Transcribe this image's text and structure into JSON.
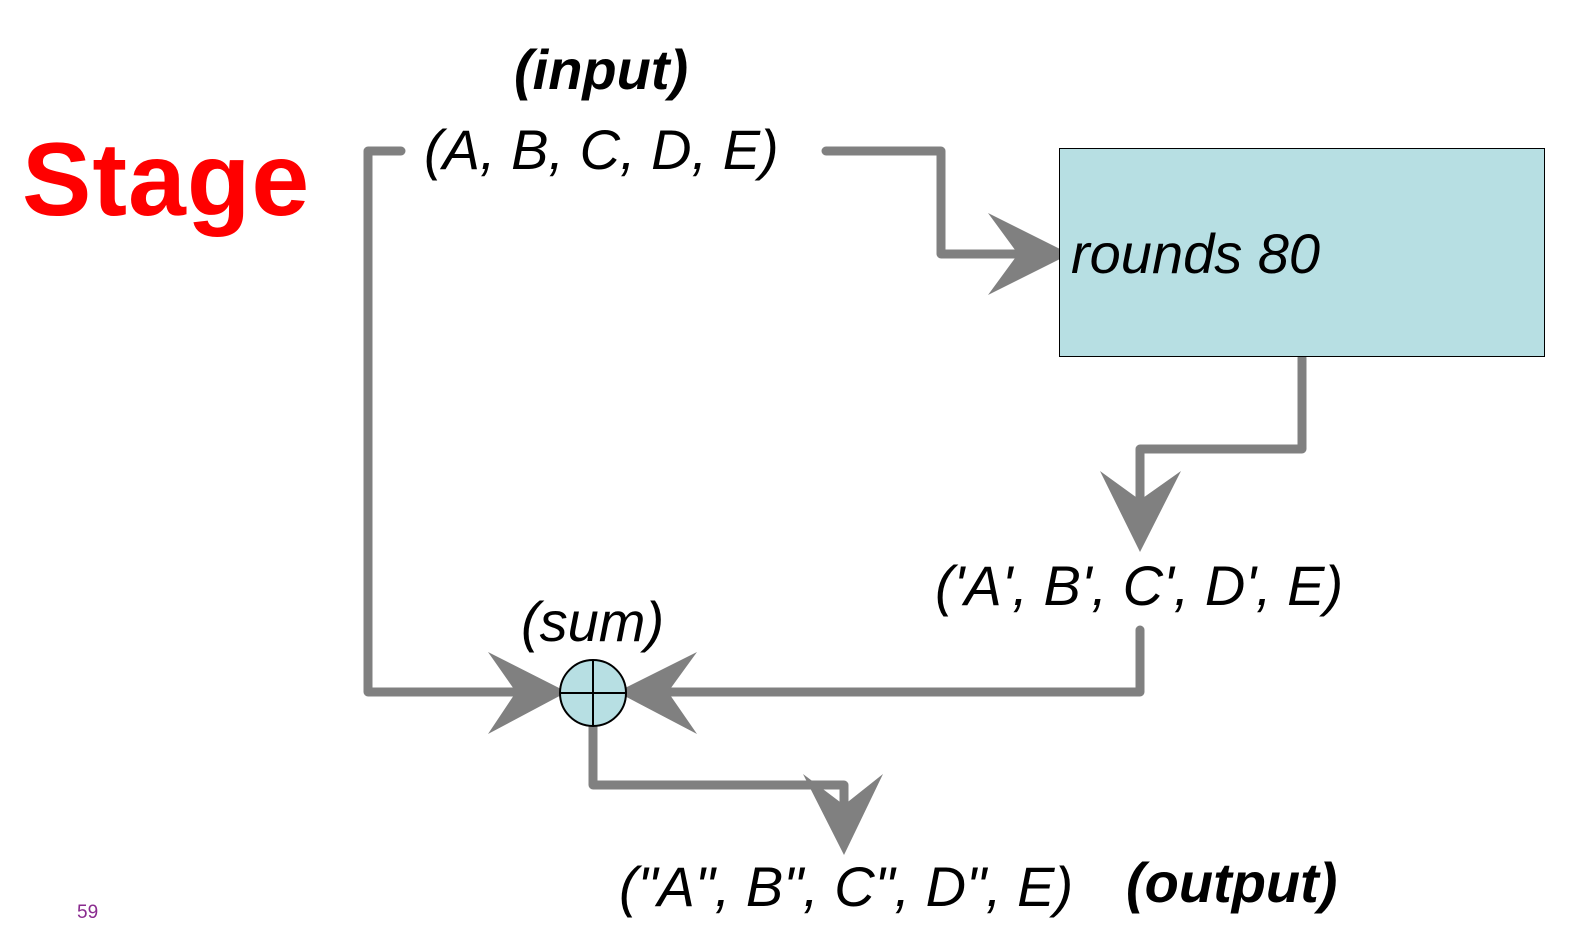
{
  "stage_title": "Stage",
  "input": {
    "label": "(input)",
    "tuple": "(A, B, C, D, E)"
  },
  "rounds_block": {
    "label": "rounds 80",
    "fill_color": "#b7dfe3"
  },
  "intermediate": {
    "tuple": "('A', B', C', D', E)"
  },
  "sum": {
    "label": "(sum)",
    "symbol": "circled-plus-icon",
    "fill_color": "#b7dfe3"
  },
  "output": {
    "tuple": "(\"A\", B\", C\", D\", E)",
    "label": "(output)"
  },
  "page_number": "59",
  "colors": {
    "title": "#ff0000",
    "arrow": "#808080",
    "page_number": "#8a2b8f"
  }
}
